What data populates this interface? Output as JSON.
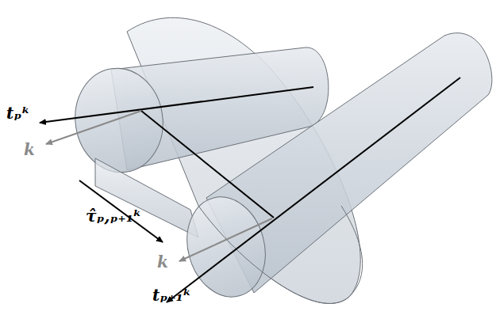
{
  "diagram": {
    "labels": [
      "tₚᵏ",
      "k",
      "τ̂ₚ,ₚ₊₁ᵏ",
      "k",
      "tₚ₊₁ᵏ"
    ]
  }
}
